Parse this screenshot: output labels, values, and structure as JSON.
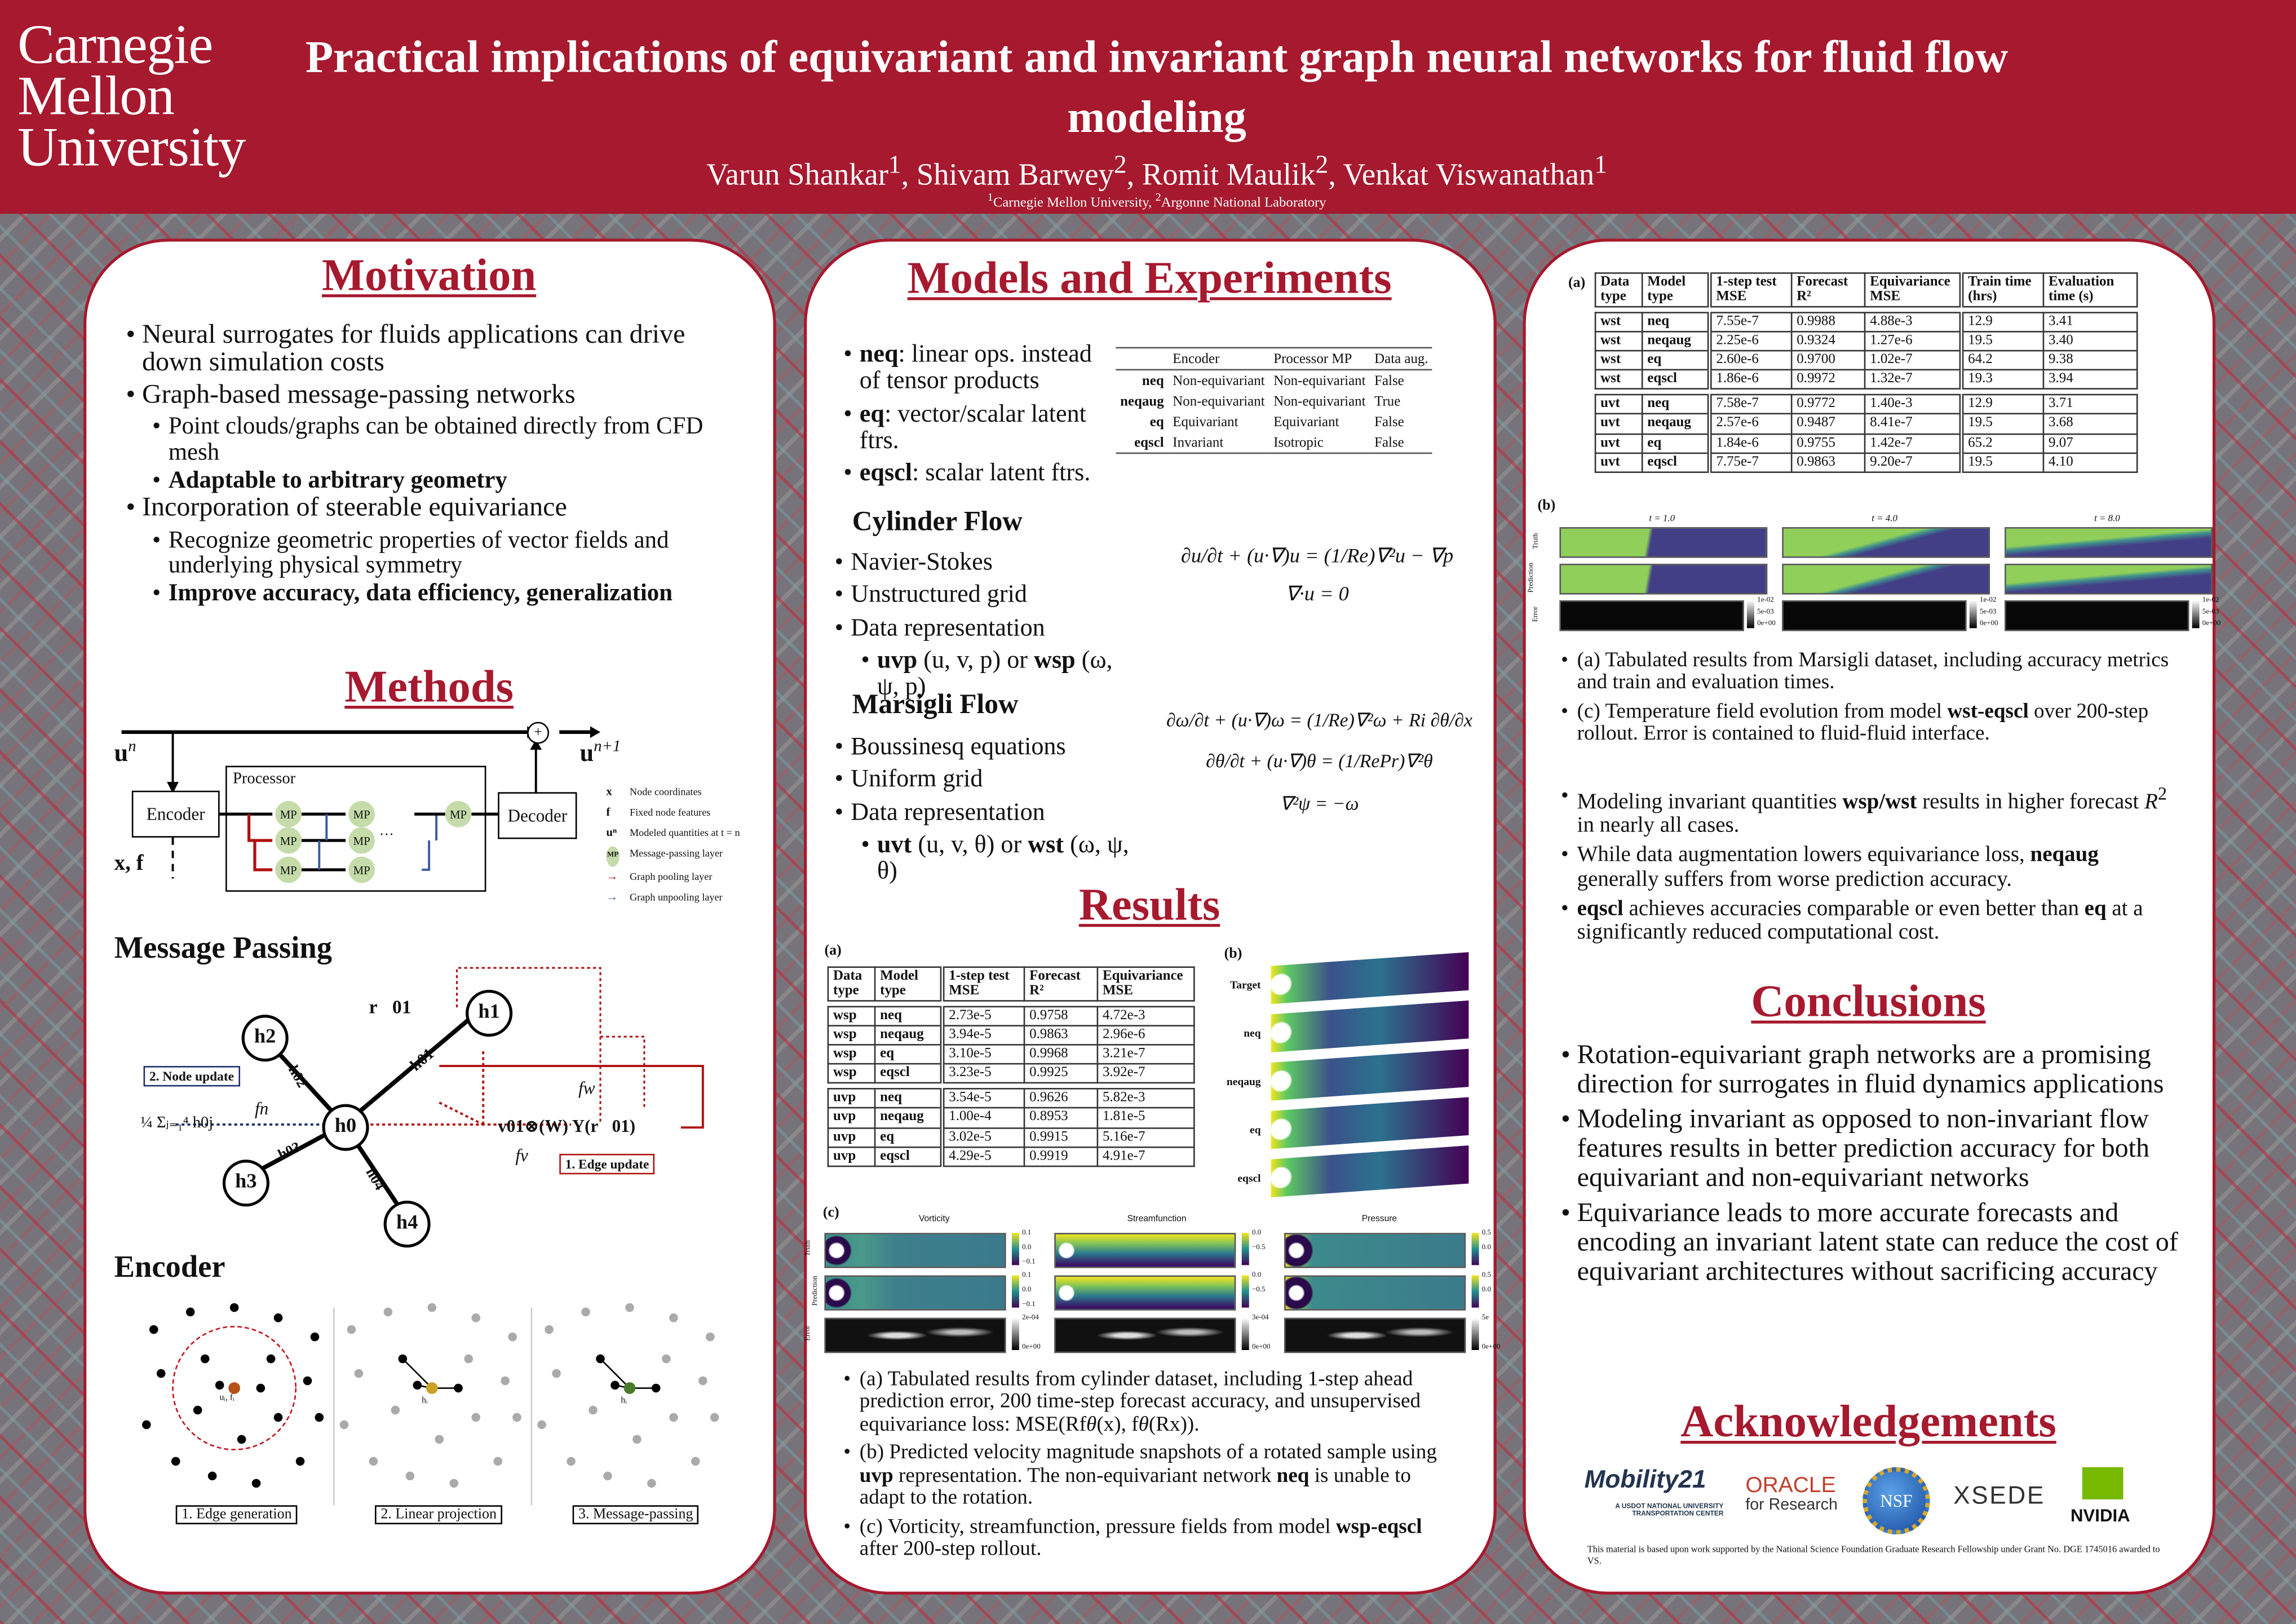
{
  "header": {
    "logo": [
      "Carnegie",
      "Mellon",
      "University"
    ],
    "title": "Practical implications of equivariant and invariant graph neural networks for fluid flow modeling",
    "authors": [
      {
        "name": "Varun Shankar",
        "sup": "1"
      },
      {
        "name": "Shivam Barwey",
        "sup": "2"
      },
      {
        "name": "Romit Maulik",
        "sup": "2"
      },
      {
        "name": "Venkat Viswanathan",
        "sup": "1"
      }
    ],
    "affiliations": [
      {
        "sup": "1",
        "name": "Carnegie Mellon University"
      },
      {
        "sup": "2",
        "name": "Argonne National Laboratory"
      }
    ]
  },
  "colors": {
    "brand": "#a6192e",
    "mp_green": "#c5dcaa",
    "pool_red": "#b01010",
    "unpool_blue": "#3a5aa0"
  },
  "motivation": {
    "heading": "Motivation",
    "items": [
      {
        "lvl": 0,
        "seg": [
          "Neural surrogates for fluids applications can drive down simulation costs"
        ]
      },
      {
        "lvl": 0,
        "seg": [
          "Graph-based message-passing networks"
        ]
      },
      {
        "lvl": 1,
        "seg": [
          "Point clouds/graphs can be obtained directly from CFD mesh"
        ]
      },
      {
        "lvl": 1,
        "seg": [
          {
            "b": "Adaptable to arbitrary geometry"
          }
        ]
      },
      {
        "lvl": 0,
        "seg": [
          "Incorporation of steerable equivariance"
        ]
      },
      {
        "lvl": 1,
        "seg": [
          "Recognize geometric properties of vector fields and underlying physical symmetry"
        ]
      },
      {
        "lvl": 1,
        "seg": [
          {
            "b": "Improve accuracy, data efficiency, generalization"
          }
        ]
      }
    ]
  },
  "methods": {
    "heading": "Methods",
    "u_in": "u",
    "u_in_sup": "n",
    "u_out": "u",
    "u_out_sup": "n+1",
    "xf": "x, f",
    "encoder": "Encoder",
    "processor": "Processor",
    "decoder": "Decoder",
    "mp": "MP",
    "plus": "+",
    "dots": "···",
    "legend": [
      {
        "sym": "x",
        "label": "Node coordinates"
      },
      {
        "sym": "f",
        "label": "Fixed node features"
      },
      {
        "sym": "uⁿ",
        "label": "Modeled quantities at t = n"
      },
      {
        "sym": "MP",
        "label": "Message-passing layer"
      },
      {
        "sym": "→",
        "label": "Graph pooling layer"
      },
      {
        "sym": "→",
        "label": "Graph unpooling layer"
      }
    ]
  },
  "message_passing": {
    "heading": "Message Passing",
    "nodes": [
      "h0",
      "h1",
      "h2",
      "h3",
      "h4"
    ],
    "edges": [
      "h01",
      "h02",
      "h03",
      "h04"
    ],
    "r01": "r⃗01",
    "fn": "fn",
    "fw": "fw",
    "fv": "fv",
    "node_update": "2. Node update",
    "edge_update": "1. Edge update",
    "sum_expr": "¼ Σⱼ₌₁⁴ h0j",
    "edge_expr": "v01⊗(W) Y(r⃗01)"
  },
  "encoder": {
    "heading": "Encoder",
    "node_label": "uᵢ, fᵢ",
    "hi": "hᵢ",
    "steps": [
      "1. Edge generation",
      "2. Linear projection",
      "3. Message-passing"
    ]
  },
  "models": {
    "heading": "Models and Experiments",
    "items": [
      {
        "lvl": 0,
        "seg": [
          {
            "b": "neq"
          },
          ": linear ops. instead of tensor products"
        ]
      },
      {
        "lvl": 0,
        "seg": [
          {
            "b": "eq"
          },
          ": vector/scalar latent ftrs."
        ]
      },
      {
        "lvl": 0,
        "seg": [
          {
            "b": "eqscl"
          },
          ": scalar latent ftrs."
        ]
      }
    ],
    "table": {
      "headers": [
        "",
        "Encoder",
        "Processor MP",
        "Data aug."
      ],
      "rows": [
        [
          "neq",
          "Non-equivariant",
          "Non-equivariant",
          "False"
        ],
        [
          "neqaug",
          "Non-equivariant",
          "Non-equivariant",
          "True"
        ],
        [
          "eq",
          "Equivariant",
          "Equivariant",
          "False"
        ],
        [
          "eqscl",
          "Invariant",
          "Isotropic",
          "False"
        ]
      ]
    }
  },
  "cylinder": {
    "heading": "Cylinder Flow",
    "items": [
      {
        "lvl": 0,
        "seg": [
          "Navier-Stokes"
        ]
      },
      {
        "lvl": 0,
        "seg": [
          "Unstructured grid"
        ]
      },
      {
        "lvl": 0,
        "seg": [
          "Data representation"
        ]
      },
      {
        "lvl": 1,
        "seg": [
          {
            "b": "uvp"
          },
          " (u, v, p)  or ",
          {
            "b": "wsp"
          },
          " (ω, ψ, p)"
        ]
      }
    ],
    "equations": [
      "∂u/∂t + (u·∇)u = (1/Re)∇²u − ∇p",
      "∇·u = 0"
    ]
  },
  "marsigli": {
    "heading": "Marsigli Flow",
    "items": [
      {
        "lvl": 0,
        "seg": [
          "Boussinesq equations"
        ]
      },
      {
        "lvl": 0,
        "seg": [
          "Uniform grid"
        ]
      },
      {
        "lvl": 0,
        "seg": [
          "Data representation"
        ]
      },
      {
        "lvl": 1,
        "seg": [
          {
            "b": "uvt"
          },
          " (u, v, θ)  or ",
          {
            "b": "wst"
          },
          " (ω, ψ, θ)"
        ]
      }
    ],
    "equations": [
      "∂ω/∂t + (u·∇)ω = (1/Re)∇²ω + Ri ∂θ/∂x",
      "∂θ/∂t + (u·∇)θ = (1/RePr)∇²θ",
      "∇²ψ = −ω"
    ]
  },
  "results": {
    "heading": "Results",
    "label_a": "(a)",
    "label_b": "(b)",
    "label_c": "(c)",
    "table": {
      "headers": [
        "Data type",
        "Model type",
        "1-step test MSE",
        "Forecast R²",
        "Equivariance MSE"
      ],
      "groups": [
        [
          [
            "wsp",
            "neq",
            "2.73e-5",
            "0.9758",
            "4.72e-3"
          ],
          [
            "wsp",
            "neqaug",
            "3.94e-5",
            "0.9863",
            "2.96e-6"
          ],
          [
            "wsp",
            "eq",
            "3.10e-5",
            "0.9968",
            "3.21e-7"
          ],
          [
            "wsp",
            "eqscl",
            "3.23e-5",
            "0.9925",
            "3.92e-7"
          ]
        ],
        [
          [
            "uvp",
            "neq",
            "3.54e-5",
            "0.9626",
            "5.82e-3"
          ],
          [
            "uvp",
            "neqaug",
            "1.00e-4",
            "0.8953",
            "1.81e-5"
          ],
          [
            "uvp",
            "eq",
            "3.02e-5",
            "0.9915",
            "5.16e-7"
          ],
          [
            "uvp",
            "eqscl",
            "4.29e-5",
            "0.9919",
            "4.91e-7"
          ]
        ]
      ]
    },
    "fig_b_rows": [
      "Target",
      "neq",
      "neqaug",
      "eq",
      "eqscl"
    ],
    "fig_c": {
      "cols": [
        "Vorticity",
        "Streamfunction",
        "Pressure"
      ],
      "rows": [
        "Truth",
        "Prediction",
        "Error"
      ],
      "cbar": [
        [
          "0.1",
          "0.0",
          "−0.1"
        ],
        [
          "0.0",
          "−0.5",
          ""
        ],
        [
          "0.5",
          "0.0",
          ""
        ]
      ],
      "err_cbar": [
        [
          "2e-04",
          "0e+00"
        ],
        [
          "3e-04",
          "0e+00"
        ],
        [
          "5e",
          "0e+00"
        ]
      ]
    },
    "captions": [
      {
        "seg": [
          "(a) Tabulated results from cylinder dataset, including 1-step ahead prediction error, 200 time-step forecast accuracy, and unsupervised equivariance loss: MSE(Rf",
          {
            "i": "θ"
          },
          "(x), f",
          {
            "i": "θ"
          },
          "(Rx))."
        ]
      },
      {
        "seg": [
          "(b) Predicted velocity magnitude snapshots of a rotated sample using ",
          {
            "b": "uvp"
          },
          " representation. The non-equivariant network ",
          {
            "b": "neq"
          },
          " is unable to adapt to the rotation."
        ]
      },
      {
        "seg": [
          "(c) Vorticity, streamfunction, pressure fields from model ",
          {
            "b": "wsp-eqscl"
          },
          " after 200-step rollout."
        ]
      }
    ]
  },
  "marsigli_results": {
    "label_a": "(a)",
    "label_b": "(b)",
    "table": {
      "headers": [
        "Data type",
        "Model type",
        "1-step test MSE",
        "Forecast R²",
        "Equivariance MSE",
        "Train time (hrs)",
        "Evaluation time (s)"
      ],
      "groups": [
        [
          [
            "wst",
            "neq",
            "7.55e-7",
            "0.9988",
            "4.88e-3",
            "12.9",
            "3.41"
          ],
          [
            "wst",
            "neqaug",
            "2.25e-6",
            "0.9324",
            "1.27e-6",
            "19.5",
            "3.40"
          ],
          [
            "wst",
            "eq",
            "2.60e-6",
            "0.9700",
            "1.02e-7",
            "64.2",
            "9.38"
          ],
          [
            "wst",
            "eqscl",
            "1.86e-6",
            "0.9972",
            "1.32e-7",
            "19.3",
            "3.94"
          ]
        ],
        [
          [
            "uvt",
            "neq",
            "7.58e-7",
            "0.9772",
            "1.40e-3",
            "12.9",
            "3.71"
          ],
          [
            "uvt",
            "neqaug",
            "2.57e-6",
            "0.9487",
            "8.41e-7",
            "19.5",
            "3.68"
          ],
          [
            "uvt",
            "eq",
            "1.84e-6",
            "0.9755",
            "1.42e-7",
            "65.2",
            "9.07"
          ],
          [
            "uvt",
            "eqscl",
            "7.75e-7",
            "0.9863",
            "9.20e-7",
            "19.5",
            "4.10"
          ]
        ]
      ]
    },
    "fig_b": {
      "times": [
        "t = 1.0",
        "t = 4.0",
        "t = 8.0"
      ],
      "rows": [
        "Truth",
        "Prediction",
        "Error"
      ],
      "err_cbar": [
        "1e-02",
        "5e-03",
        "0e+00"
      ]
    },
    "captions": [
      {
        "lvl": 0,
        "seg": [
          "(a) Tabulated results from Marsigli dataset, including accuracy metrics and train and evaluation times."
        ]
      },
      {
        "lvl": 0,
        "seg": [
          "(c) Temperature field evolution from model ",
          {
            "b": "wst-eqscl"
          },
          " over 200-step rollout. Error is contained to fluid-fluid interface."
        ]
      }
    ],
    "findings": [
      {
        "lvl": 0,
        "seg": [
          "Modeling invariant quantities ",
          {
            "b": "wsp/wst"
          },
          " results in higher forecast ",
          {
            "i": "R"
          },
          {
            "sup": "2"
          },
          " in nearly all cases."
        ]
      },
      {
        "lvl": 0,
        "seg": [
          "While data augmentation lowers equivariance loss, ",
          {
            "b": "neqaug"
          },
          " generally suffers from worse prediction accuracy."
        ]
      },
      {
        "lvl": 0,
        "seg": [
          {
            "b": "eqscl"
          },
          " achieves accuracies comparable or even better than ",
          {
            "b": "eq"
          },
          " at a significantly reduced computational cost."
        ]
      }
    ]
  },
  "conclusions": {
    "heading": "Conclusions",
    "items": [
      {
        "lvl": 0,
        "seg": [
          "Rotation-equivariant graph networks are a promising direction for surrogates in fluid dynamics applications"
        ]
      },
      {
        "lvl": 0,
        "seg": [
          "Modeling invariant as opposed to non-invariant flow features results in better prediction accuracy for both equivariant and non-equivariant networks"
        ]
      },
      {
        "lvl": 0,
        "seg": [
          "Equivariance leads to more accurate forecasts and encoding an invariant latent state can reduce the cost of equivariant architectures without sacrificing accuracy"
        ]
      }
    ]
  },
  "acknowledgements": {
    "heading": "Acknowledgements",
    "logos": {
      "mobility": "Mobility21",
      "mobility_sub": "A USDOT NATIONAL UNIVERSITY TRANSPORTATION CENTER",
      "oracle": "ORACLE",
      "oracle_sub": "for Research",
      "nsf": "NSF",
      "xsede": "XSEDE",
      "nvidia": "NVIDIA"
    },
    "note": "This material is based upon work supported by the National Science Foundation Graduate Research Fellowship under Grant No. DGE 1745016 awarded to VS."
  }
}
